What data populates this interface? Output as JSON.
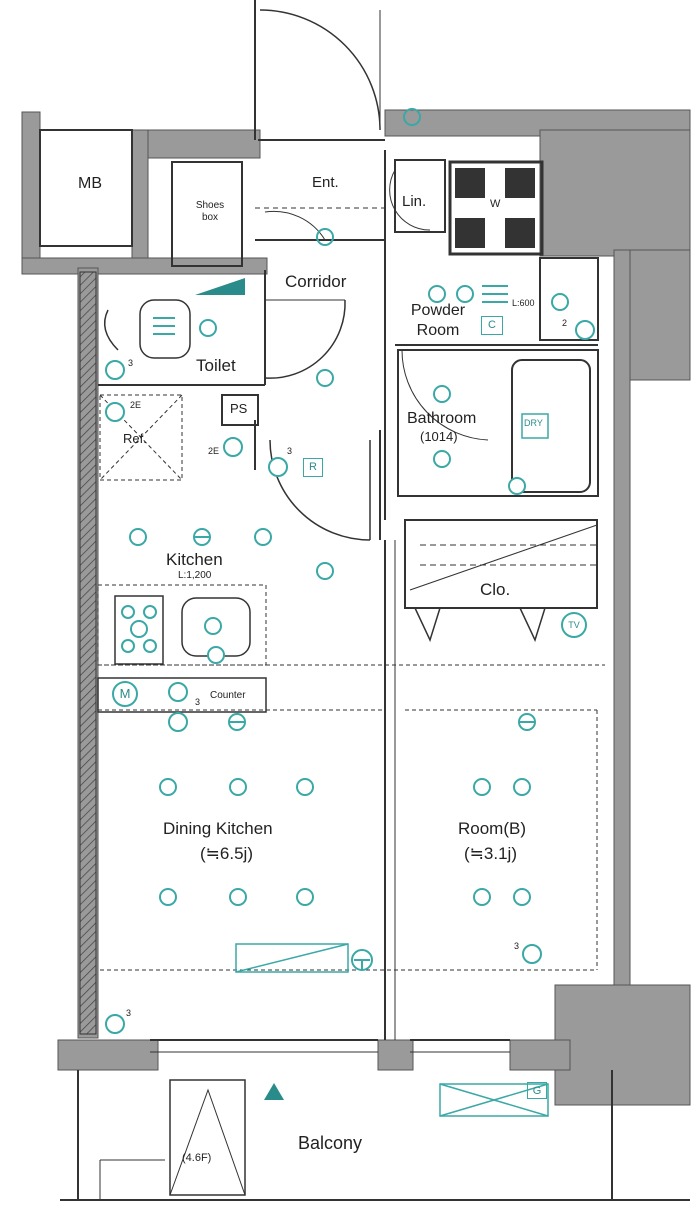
{
  "rooms": {
    "mb": "MB",
    "entrance": "Ent.",
    "shoes_box": "Shoes box",
    "linen": "Lin.",
    "washer": "W",
    "corridor": "Corridor",
    "powder_room_line1": "Powder",
    "powder_room_line2": "Room",
    "lsoo": "L:600",
    "toilet": "Toilet",
    "ps": "PS",
    "refrigerator": "Ref.",
    "bathroom": "Bathroom",
    "bathroom_size": "(1014)",
    "dry": "DRY",
    "kitchen": "Kitchen",
    "kitchen_length": "L:1,200",
    "closet": "Clo.",
    "counter": "Counter",
    "dining_kitchen": "Dining Kitchen",
    "dining_kitchen_size": "(≒6.5j)",
    "room_b": "Room(B)",
    "room_b_size": "(≒3.1j)",
    "balcony": "Balcony",
    "balcony_size": "(4.6F)"
  },
  "symbols": {
    "c": "C",
    "r": "R",
    "m": "M",
    "tv": "TV",
    "g": "G",
    "e2": "2E",
    "n3": "3",
    "n2": "2"
  },
  "colors": {
    "wall": "#9a9a9a",
    "line": "#333333",
    "symbol": "#3aa8a6"
  },
  "icons": [
    "door-swing-icon",
    "ceiling-light-icon",
    "outlet-icon",
    "stove-icon",
    "sink-icon",
    "bathtub-icon",
    "washer-icon",
    "north-arrow-icon"
  ]
}
